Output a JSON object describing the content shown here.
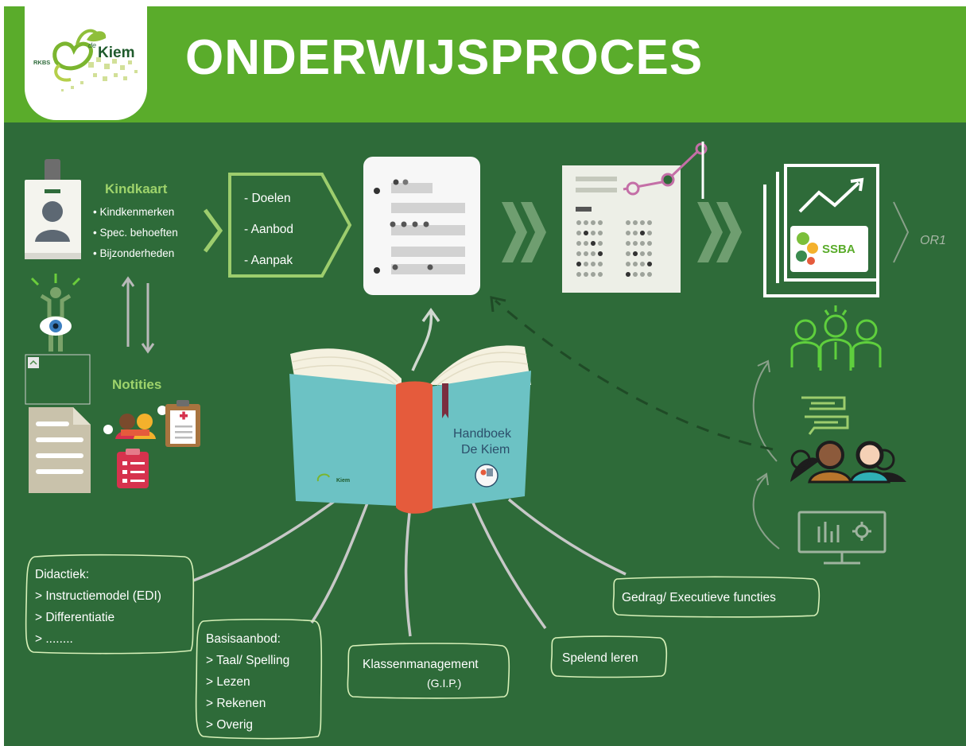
{
  "title": "ONDERWIJSPROCES",
  "logo": {
    "prefix": "RKBS",
    "de": "de",
    "name": "Kiem"
  },
  "kindkaart": {
    "heading": "Kindkaart",
    "items": [
      "Kindkenmerken",
      "Spec. behoeften",
      "Bijzonderheden"
    ]
  },
  "notities": {
    "heading": "Notities"
  },
  "plan": {
    "items": [
      "- Doelen",
      "- Aanbod",
      "- Aanpak"
    ]
  },
  "ssba_label": "SSBA",
  "or1_label": "OR1",
  "book": {
    "title_line1": "Handboek",
    "title_line2": "De Kiem",
    "logo_text": "Kiem"
  },
  "boxes": {
    "didactiek": {
      "title": "Didactiek:",
      "lines": [
        "> Instructiemodel (EDI)",
        "> Differentiatie",
        "> ........"
      ]
    },
    "basisaanbod": {
      "title": "Basisaanbod:",
      "lines": [
        "> Taal/ Spelling",
        "> Lezen",
        "> Rekenen",
        "> Overig"
      ]
    },
    "klassenmanagement": {
      "line1": "Klassenmanagement",
      "line2": "(G.I.P.)"
    },
    "spelend": {
      "label": "Spelend leren"
    },
    "gedrag": {
      "label": "Gedrag/ Executieve functies"
    }
  },
  "colors": {
    "header_green": "#5aac2b",
    "board_green": "#2e6b39",
    "light_green": "#9ed36b",
    "book_cover": "#6cc2c4",
    "book_spine": "#e55b3c",
    "icon_red": "#d6324d",
    "pink": "#c46fa7"
  },
  "icons": [
    "id-badge-icon",
    "observe-eye-icon",
    "broken-image-icon",
    "document-icon",
    "conversation-icon",
    "medical-clipboard-icon",
    "checklist-icon",
    "plan-sheet-icon",
    "results-chart-icon",
    "growth-chart-icon",
    "team-icon",
    "chat-icon",
    "people-icon",
    "monitor-icon",
    "book-icon"
  ]
}
